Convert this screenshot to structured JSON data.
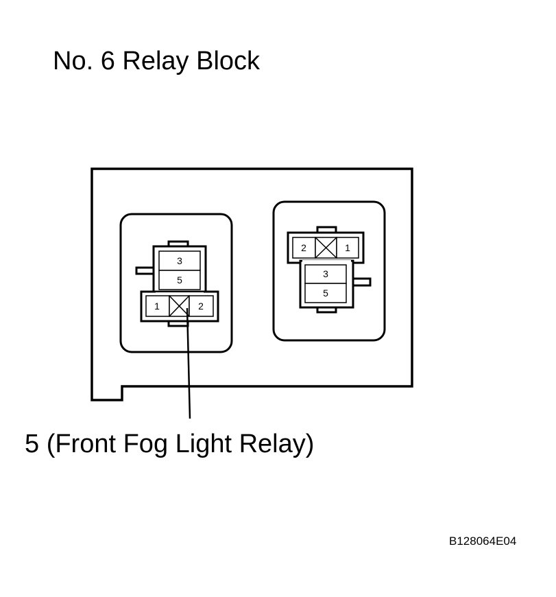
{
  "title": "No. 6 Relay Block",
  "callout_label": "5 (Front Fog Light Relay)",
  "figure_code": "B128064E04",
  "relay_left": {
    "terminal_top": "3",
    "terminal_mid": "5",
    "terminal_left": "1",
    "terminal_right": "2"
  },
  "relay_right": {
    "terminal_left": "2",
    "terminal_right": "1",
    "terminal_mid": "3",
    "terminal_bottom": "5"
  }
}
